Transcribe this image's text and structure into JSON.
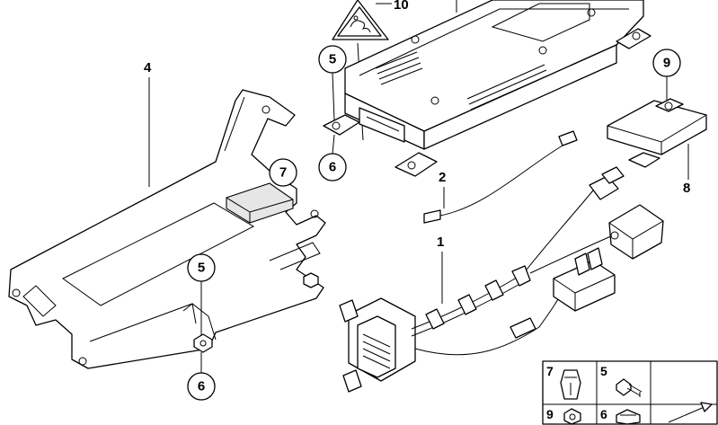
{
  "labels": {
    "p1": "1",
    "p2": "2",
    "p4": "4",
    "p8": "8",
    "p10": "10",
    "c5a": "5",
    "c6a": "6",
    "c9": "9",
    "c7": "7",
    "c5b": "5",
    "c6b": "6"
  },
  "legend": {
    "cells": [
      {
        "num": "7"
      },
      {
        "num": "5"
      },
      {
        "num": "9"
      },
      {
        "num": "6"
      }
    ]
  }
}
